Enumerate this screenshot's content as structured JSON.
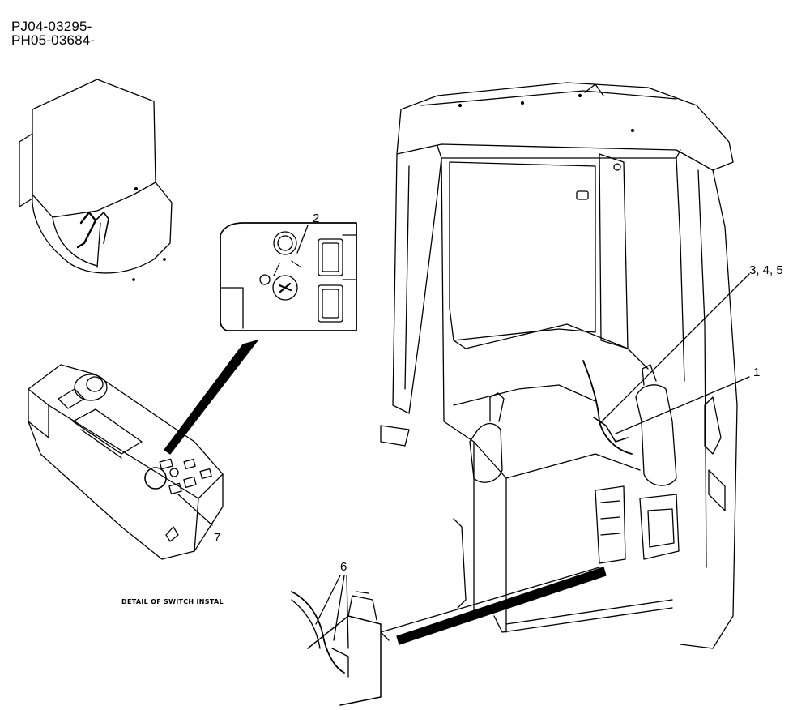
{
  "header": {
    "serial_ranges": [
      "PJ04-03295-",
      "PH05-03684-"
    ]
  },
  "callouts": {
    "item_2": "2",
    "item_3_4_5": "3, 4, 5",
    "item_1": "1",
    "item_6": "6",
    "item_7": "7"
  },
  "caption": "DETAIL OF SWITCH INSTAL"
}
